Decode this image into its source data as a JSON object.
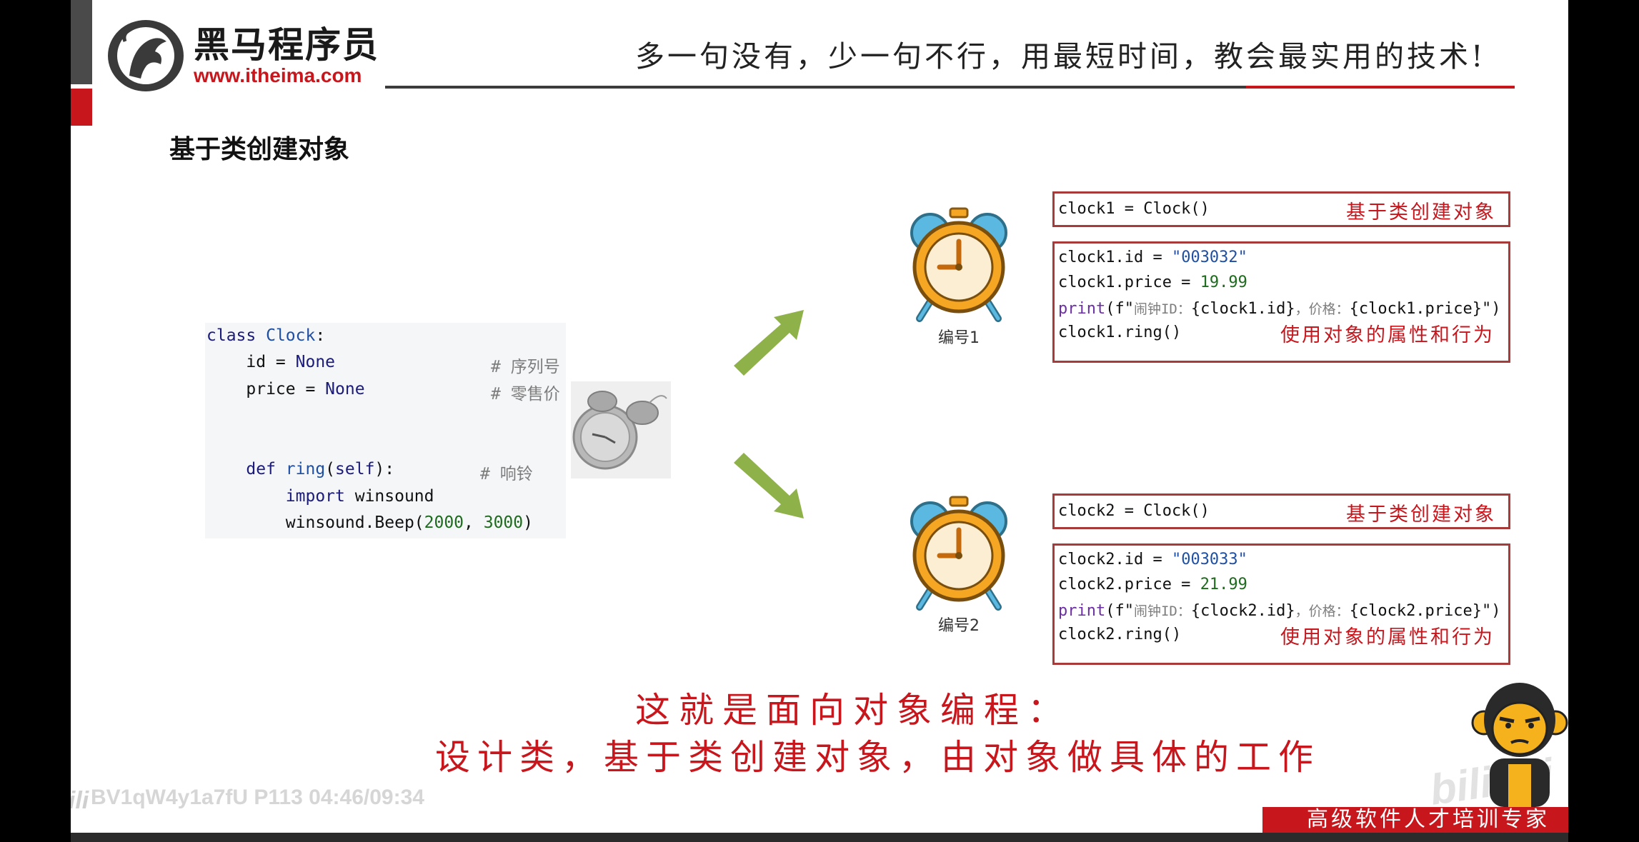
{
  "header": {
    "logo_name": "黑马程序员",
    "logo_url": "www.itheima.com",
    "slogan": "多一句没有，少一句不行，用最短时间，教会最实用的技术!"
  },
  "section_title": "基于类创建对象",
  "class_code": {
    "l1_kw": "class ",
    "l1_name": "Clock",
    "l1_end": ":",
    "l2_a": "    id = ",
    "l2_none": "None",
    "l2_comment": "# 序列号",
    "l3_a": "    price = ",
    "l3_none": "None",
    "l3_comment": "# 零售价",
    "l4_kw": "    def ",
    "l4_name": "ring",
    "l4_b": "(",
    "l4_self": "self",
    "l4_c": "):",
    "l4_comment": "# 响铃",
    "l5_kw": "        import ",
    "l5_rest": "winsound",
    "l6_a": "        winsound.Beep(",
    "l6_n1": "2000",
    "l6_b": ", ",
    "l6_n2": "3000",
    "l6_c": ")"
  },
  "objects": [
    {
      "label": "编号1",
      "create_code": "clock1 = Clock()",
      "create_tag": "基于类创建对象",
      "id_line_a": "clock1.id = ",
      "id_value": "\"003032\"",
      "price_line_a": "clock1.price = ",
      "price_value": "19.99",
      "print_kw": "print",
      "print_a": "(f\"",
      "print_cn1": "闹钟ID：",
      "print_b": "{clock1.id}",
      "print_cn2": "，价格：",
      "print_c": "{clock1.price}\")",
      "ring_line": "clock1.ring()",
      "use_tag": "使用对象的属性和行为"
    },
    {
      "label": "编号2",
      "create_code": "clock2 = Clock()",
      "create_tag": "基于类创建对象",
      "id_line_a": "clock2.id = ",
      "id_value": "\"003033\"",
      "price_line_a": "clock2.price = ",
      "price_value": "21.99",
      "print_kw": "print",
      "print_a": "(f\"",
      "print_cn1": "闹钟ID：",
      "print_b": "{clock2.id}",
      "print_cn2": "，价格：",
      "print_c": "{clock2.price}\")",
      "ring_line": "clock2.ring()",
      "use_tag": "使用对象的属性和行为"
    }
  ],
  "conclusion": {
    "line1": "这就是面向对象编程：",
    "line2": "设计类，基于类创建对象，由对象做具体的工作"
  },
  "watermark": {
    "mark": "bilibili",
    "video_info": "BV1qW4y1a7fU P113 04:46/09:34",
    "corner_mark": "bilibili"
  },
  "footer": {
    "tagline": "高级软件人才培训专家"
  },
  "colors": {
    "brand_red": "#c8161d",
    "arrow_green": "#8fb14a",
    "clock_orange": "#f5a623",
    "clock_blue": "#5bb8e0"
  }
}
